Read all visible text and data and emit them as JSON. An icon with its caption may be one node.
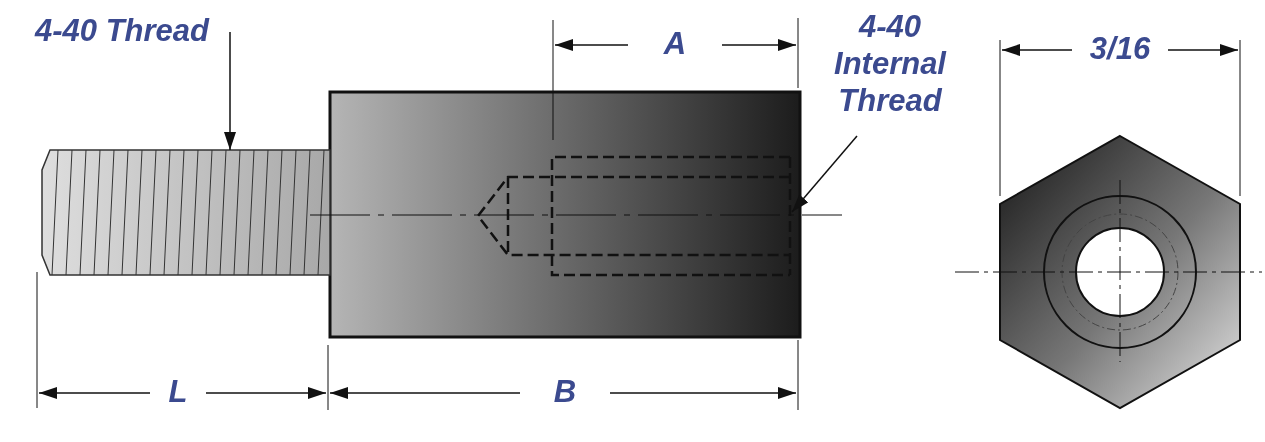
{
  "diagram": {
    "nodes": [
      {
        "text": [
          "4-40 Thread"
        ]
      },
      {
        "text": [],
        "shape": "picture"
      },
      {
        "text": [
          "4-40 Internal Thread"
        ]
      },
      {
        "text": [],
        "shape": "box"
      }
    ],
    "edges": [
      {
        "from": 0,
        "to": 1,
        "arrow": "to"
      },
      {
        "from": 2,
        "to": 3,
        "arrow": "to"
      }
    ],
    "labels": [
      "A",
      "3/16",
      "L",
      "B"
    ]
  }
}
